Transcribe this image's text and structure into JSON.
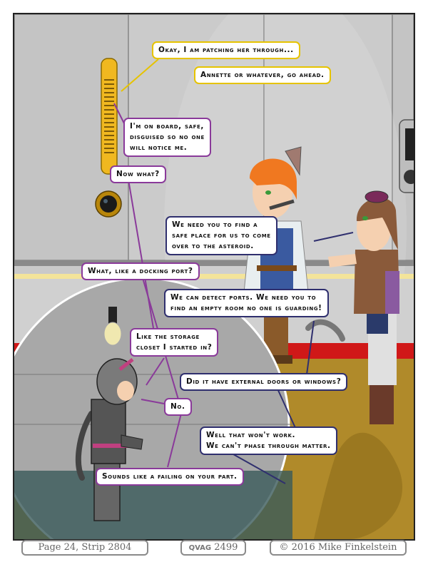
{
  "dialogue": {
    "line1": "Okay, I am patching her through...",
    "line2": "Annette or whatever, go ahead.",
    "line3a": "I'm on board, safe,",
    "line3b": "disguised so no one",
    "line3c": "will notice me.",
    "line4": "Now what?",
    "line5a": "We need you to find a",
    "line5b": "safe place for us to come",
    "line5c": "over to the asteroid.",
    "line6": "What, like a docking port?",
    "line7a": "We can detect ports. We need you to",
    "line7b": "find an empty room no one is guarding!",
    "line8a": "Like the storage",
    "line8b": "closet I started in?",
    "line9": "Did it have external doors or windows?",
    "line10": "No.",
    "line11a": "Well that won't work.",
    "line11b": "We can't phase through matter.",
    "line12": "Sounds like a failing on your part."
  },
  "footer": {
    "page_strip": "Page 24, Strip 2804",
    "logo_text": "QVAG",
    "strip_number": "2499",
    "copyright": "© 2016 Mike Finkelstein"
  },
  "colors": {
    "accent_yellow": "#e6c300",
    "accent_purple": "#8a3a9a",
    "floor": "#b08a2a",
    "red_stripe": "#d01818"
  }
}
